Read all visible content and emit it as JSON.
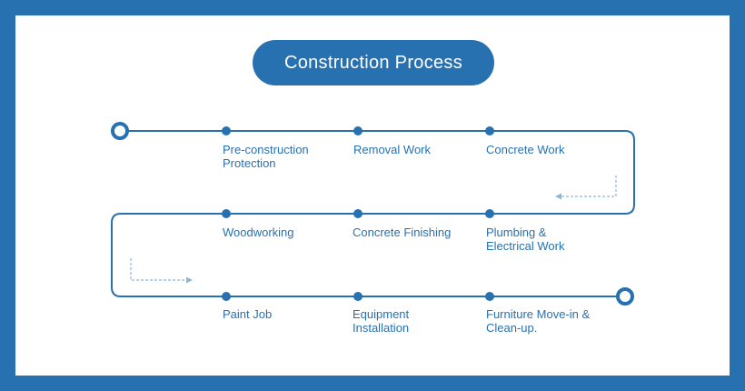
{
  "title": "Construction Process",
  "colors": {
    "frame": "#2771b1",
    "card": "#ffffff",
    "line": "#2771b1",
    "dashed_arrow": "#8ab7dc"
  },
  "steps": [
    {
      "lines": [
        "Pre-construction",
        "Protection"
      ]
    },
    {
      "lines": [
        "Removal Work"
      ]
    },
    {
      "lines": [
        "Concrete Work"
      ]
    },
    {
      "lines": [
        "Woodworking"
      ]
    },
    {
      "lines": [
        "Concrete Finishing"
      ]
    },
    {
      "lines": [
        "Plumbing &",
        "Electrical Work"
      ]
    },
    {
      "lines": [
        "Paint Job"
      ]
    },
    {
      "lines": [
        "Equipment",
        "Installation"
      ]
    },
    {
      "lines": [
        "Furniture Move-in &",
        "Clean-up."
      ]
    }
  ],
  "markers": {
    "start": "start-ring-icon",
    "end": "end-ring-icon",
    "step_dot": "dot-icon",
    "direction": "dashed-arrow-icon"
  }
}
